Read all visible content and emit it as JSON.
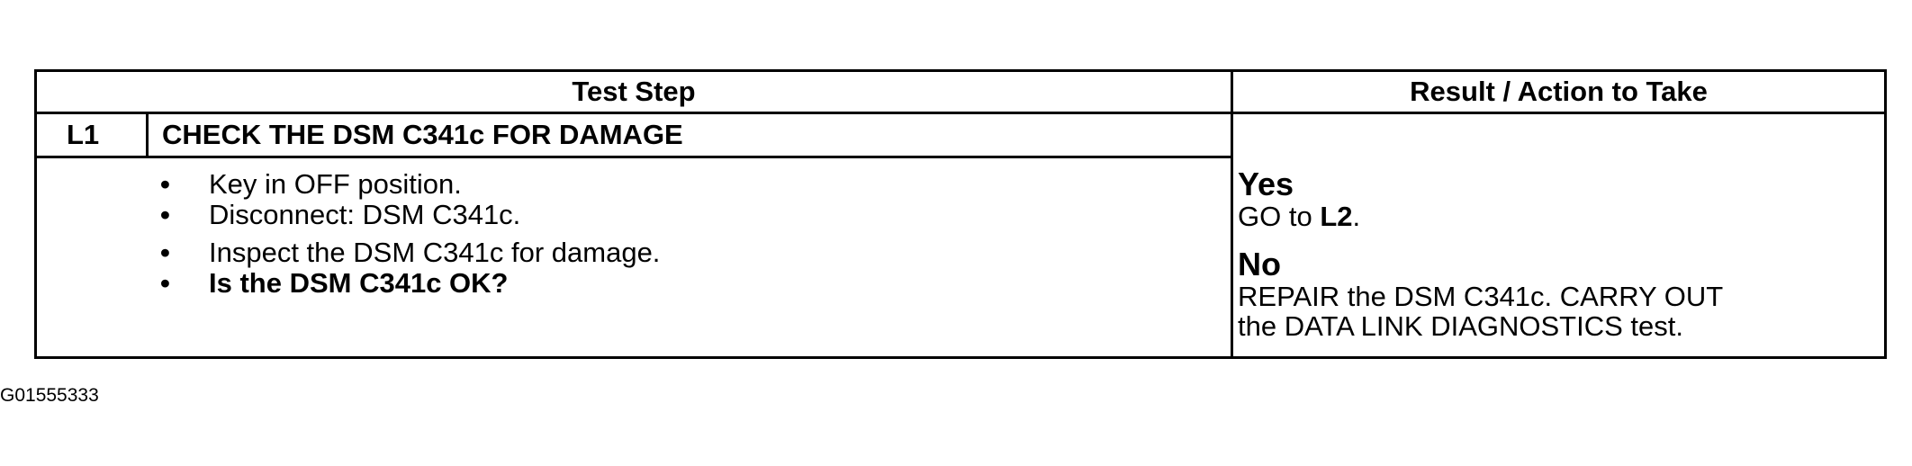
{
  "table": {
    "header_test_step": "Test Step",
    "header_result": "Result / Action to Take",
    "step_id": "L1",
    "step_title": "CHECK THE DSM C341c FOR DAMAGE",
    "bullets": [
      "Key in OFF position.",
      "Disconnect: DSM C341c.",
      "Inspect the DSM C341c for damage.",
      "Is the DSM C341c OK?"
    ],
    "yes_label": "Yes",
    "yes_action_prefix": "GO to ",
    "yes_action_target": "L2",
    "yes_action_suffix": ".",
    "no_label": "No",
    "no_action_line1": "REPAIR the DSM C341c. CARRY OUT",
    "no_action_line2": "the DATA LINK DIAGNOSTICS test."
  },
  "figure_id": "G01555333"
}
